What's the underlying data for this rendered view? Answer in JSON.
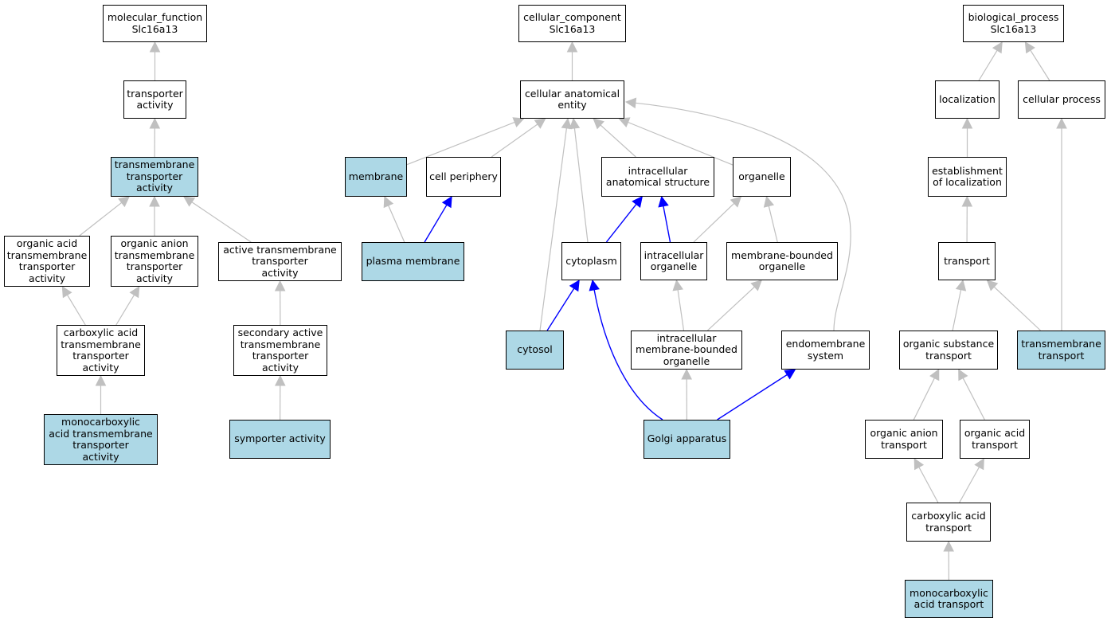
{
  "colors": {
    "annotated_fill": "#add8e6",
    "plain_fill": "#ffffff",
    "edge_default": "#c0c0c0",
    "edge_highlight": "#0000ff"
  },
  "nodes": [
    {
      "id": "mf_root",
      "label": "molecular_function\nSlc16a13",
      "annotated": false
    },
    {
      "id": "transporter_activity",
      "label": "transporter\nactivity",
      "annotated": false
    },
    {
      "id": "tm_transporter_activity",
      "label": "transmembrane\ntransporter\nactivity",
      "annotated": true
    },
    {
      "id": "organic_acid_tm",
      "label": "organic acid\ntransmembrane\ntransporter\nactivity",
      "annotated": false
    },
    {
      "id": "organic_anion_tm",
      "label": "organic anion\ntransmembrane\ntransporter\nactivity",
      "annotated": false
    },
    {
      "id": "active_tm",
      "label": "active transmembrane\ntransporter\nactivity",
      "annotated": false
    },
    {
      "id": "carboxylic_acid_tm",
      "label": "carboxylic acid\ntransmembrane\ntransporter\nactivity",
      "annotated": false
    },
    {
      "id": "secondary_active_tm",
      "label": "secondary active\ntransmembrane\ntransporter\nactivity",
      "annotated": false
    },
    {
      "id": "monocarboxylic_tm",
      "label": "monocarboxylic\nacid transmembrane\ntransporter\nactivity",
      "annotated": true
    },
    {
      "id": "symporter",
      "label": "symporter activity",
      "annotated": true
    },
    {
      "id": "cc_root",
      "label": "cellular_component\nSlc16a13",
      "annotated": false
    },
    {
      "id": "cae",
      "label": "cellular anatomical\nentity",
      "annotated": false
    },
    {
      "id": "membrane",
      "label": "membrane",
      "annotated": true
    },
    {
      "id": "cell_periphery",
      "label": "cell periphery",
      "annotated": false
    },
    {
      "id": "intracellular_as",
      "label": "intracellular\nanatomical structure",
      "annotated": false
    },
    {
      "id": "organelle",
      "label": "organelle",
      "annotated": false
    },
    {
      "id": "plasma_membrane",
      "label": "plasma membrane",
      "annotated": true
    },
    {
      "id": "cytoplasm",
      "label": "cytoplasm",
      "annotated": false
    },
    {
      "id": "intracellular_organelle",
      "label": "intracellular\norganelle",
      "annotated": false
    },
    {
      "id": "mb_organelle",
      "label": "membrane-bounded\norganelle",
      "annotated": false
    },
    {
      "id": "cytosol",
      "label": "cytosol",
      "annotated": true
    },
    {
      "id": "imb_organelle",
      "label": "intracellular\nmembrane-bounded\norganelle",
      "annotated": false
    },
    {
      "id": "endomembrane",
      "label": "endomembrane\nsystem",
      "annotated": false
    },
    {
      "id": "golgi",
      "label": "Golgi apparatus",
      "annotated": true
    },
    {
      "id": "bp_root",
      "label": "biological_process\nSlc16a13",
      "annotated": false
    },
    {
      "id": "localization",
      "label": "localization",
      "annotated": false
    },
    {
      "id": "cellular_process",
      "label": "cellular process",
      "annotated": false
    },
    {
      "id": "est_localization",
      "label": "establishment\nof localization",
      "annotated": false
    },
    {
      "id": "transport",
      "label": "transport",
      "annotated": false
    },
    {
      "id": "organic_substance_transport",
      "label": "organic substance\ntransport",
      "annotated": false
    },
    {
      "id": "tm_transport",
      "label": "transmembrane\ntransport",
      "annotated": true
    },
    {
      "id": "organic_anion_transport",
      "label": "organic anion\ntransport",
      "annotated": false
    },
    {
      "id": "organic_acid_transport",
      "label": "organic acid\ntransport",
      "annotated": false
    },
    {
      "id": "carboxylic_acid_transport",
      "label": "carboxylic acid\ntransport",
      "annotated": false
    },
    {
      "id": "monocarboxylic_transport",
      "label": "monocarboxylic\nacid transport",
      "annotated": true
    }
  ],
  "edges": [
    {
      "from": "transporter_activity",
      "to": "mf_root",
      "highlight": false
    },
    {
      "from": "tm_transporter_activity",
      "to": "transporter_activity",
      "highlight": false
    },
    {
      "from": "organic_acid_tm",
      "to": "tm_transporter_activity",
      "highlight": false
    },
    {
      "from": "organic_anion_tm",
      "to": "tm_transporter_activity",
      "highlight": false
    },
    {
      "from": "active_tm",
      "to": "tm_transporter_activity",
      "highlight": false
    },
    {
      "from": "carboxylic_acid_tm",
      "to": "organic_acid_tm",
      "highlight": false
    },
    {
      "from": "carboxylic_acid_tm",
      "to": "organic_anion_tm",
      "highlight": false
    },
    {
      "from": "monocarboxylic_tm",
      "to": "carboxylic_acid_tm",
      "highlight": false
    },
    {
      "from": "secondary_active_tm",
      "to": "active_tm",
      "highlight": false
    },
    {
      "from": "symporter",
      "to": "secondary_active_tm",
      "highlight": false
    },
    {
      "from": "cae",
      "to": "cc_root",
      "highlight": false
    },
    {
      "from": "membrane",
      "to": "cae",
      "highlight": false
    },
    {
      "from": "cell_periphery",
      "to": "cae",
      "highlight": false
    },
    {
      "from": "intracellular_as",
      "to": "cae",
      "highlight": false
    },
    {
      "from": "organelle",
      "to": "cae",
      "highlight": false
    },
    {
      "from": "cytoplasm",
      "to": "cae",
      "highlight": false
    },
    {
      "from": "cytosol",
      "to": "cae",
      "highlight": false
    },
    {
      "from": "endomembrane",
      "to": "cae",
      "highlight": false
    },
    {
      "from": "plasma_membrane",
      "to": "membrane",
      "highlight": false
    },
    {
      "from": "plasma_membrane",
      "to": "cell_periphery",
      "highlight": true
    },
    {
      "from": "cytoplasm",
      "to": "intracellular_as",
      "highlight": true
    },
    {
      "from": "intracellular_organelle",
      "to": "intracellular_as",
      "highlight": true
    },
    {
      "from": "intracellular_organelle",
      "to": "organelle",
      "highlight": false
    },
    {
      "from": "mb_organelle",
      "to": "organelle",
      "highlight": false
    },
    {
      "from": "cytosol",
      "to": "cytoplasm",
      "highlight": true
    },
    {
      "from": "golgi",
      "to": "cytoplasm",
      "highlight": true
    },
    {
      "from": "imb_organelle",
      "to": "intracellular_organelle",
      "highlight": false
    },
    {
      "from": "imb_organelle",
      "to": "mb_organelle",
      "highlight": false
    },
    {
      "from": "golgi",
      "to": "imb_organelle",
      "highlight": false
    },
    {
      "from": "golgi",
      "to": "endomembrane",
      "highlight": true
    },
    {
      "from": "localization",
      "to": "bp_root",
      "highlight": false
    },
    {
      "from": "cellular_process",
      "to": "bp_root",
      "highlight": false
    },
    {
      "from": "est_localization",
      "to": "localization",
      "highlight": false
    },
    {
      "from": "transport",
      "to": "est_localization",
      "highlight": false
    },
    {
      "from": "organic_substance_transport",
      "to": "transport",
      "highlight": false
    },
    {
      "from": "tm_transport",
      "to": "transport",
      "highlight": false
    },
    {
      "from": "tm_transport",
      "to": "cellular_process",
      "highlight": false
    },
    {
      "from": "organic_anion_transport",
      "to": "organic_substance_transport",
      "highlight": false
    },
    {
      "from": "organic_acid_transport",
      "to": "organic_substance_transport",
      "highlight": false
    },
    {
      "from": "carboxylic_acid_transport",
      "to": "organic_anion_transport",
      "highlight": false
    },
    {
      "from": "carboxylic_acid_transport",
      "to": "organic_acid_transport",
      "highlight": false
    },
    {
      "from": "monocarboxylic_transport",
      "to": "carboxylic_acid_transport",
      "highlight": false
    }
  ]
}
